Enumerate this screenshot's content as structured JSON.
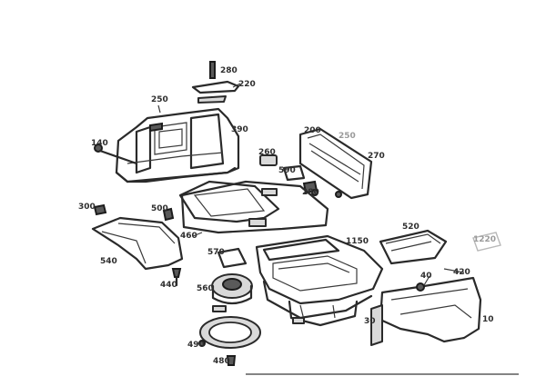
{
  "colors": {
    "ink": "#2a2a2a",
    "fill": "#d9d9d9",
    "faint": "#9a9a9a",
    "background": "#ffffff"
  },
  "labels": {
    "p280": "280",
    "p220": "220",
    "p250": "250",
    "p390": "390",
    "p140": "140",
    "p300": "300",
    "p200": "200",
    "p250b": "250",
    "p270": "270",
    "p260": "260",
    "p590": "590",
    "p500": "500",
    "p540": "540",
    "p460": "460",
    "p570": "570",
    "p560": "560",
    "p490": "490",
    "p480": "480",
    "p520": "520",
    "p1150": "1150",
    "p1220": "1220",
    "p10": "10",
    "p40": "40",
    "p420": "420",
    "p30": "30",
    "p440": "440",
    "p280b": "280"
  }
}
